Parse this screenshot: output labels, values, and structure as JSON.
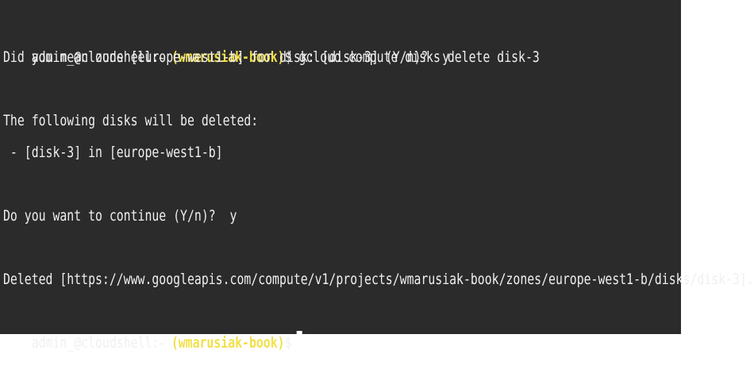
{
  "terminal": {
    "prompt": {
      "user_host": "admin_@cloudshell:",
      "tilde": "~",
      "project": "(wmarusiak-book)",
      "symbol": "$"
    },
    "command": "gcloud compute disks delete disk-3",
    "lines": {
      "confirm_zone": "Did you mean zone [europe-west1-b] for disk: [disk-3] (Y/n)?  y",
      "following": "The following disks will be deleted:",
      "disk_item": " - [disk-3] in [europe-west1-b]",
      "continue": "Do you want to continue (Y/n)?  y",
      "deleted": "Deleted [https://www.googleapis.com/compute/v1/projects/wmarusiak-book/zones/europe-west1-b/disks/disk-3]."
    },
    "colors": {
      "background": "#2b2b2b",
      "text": "#f0f0f0",
      "project": "#f2e04a"
    }
  }
}
